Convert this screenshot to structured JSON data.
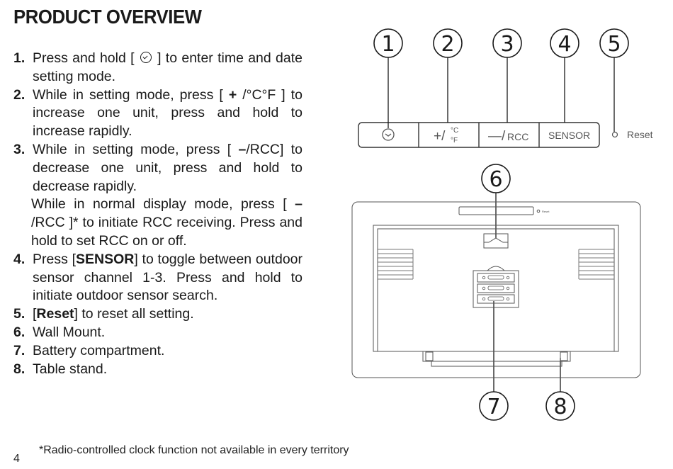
{
  "page": {
    "title": "PRODUCT OVERVIEW",
    "page_number": "4",
    "footnote": "*Radio-controlled clock function not available in every territory"
  },
  "steps": [
    {
      "number": "1.",
      "parts": [
        "Press and hold [ ",
        " ] to enter time and date setting mode."
      ]
    },
    {
      "number": "2.",
      "parts": [
        "While in setting mode, press [ ",
        "+",
        " /°C°F ] to increase one unit, press and hold to increase rapidly."
      ]
    },
    {
      "number": "3.",
      "parts": [
        "While in setting mode, press [ ",
        "–",
        "/RCC] to decrease one unit, press and hold to decrease rapidly."
      ],
      "extra": [
        "While in normal display mode, press [ ",
        "–",
        " /RCC ]* to initiate RCC receiving. Press and hold to set RCC on or off."
      ]
    },
    {
      "number": "4.",
      "parts": [
        "Press [",
        "SENSOR",
        "] to toggle between outdoor sensor channel 1-3. Press and hold to initiate outdoor sensor search."
      ]
    },
    {
      "number": "5.",
      "parts": [
        "[",
        "Reset",
        "] to reset all setting."
      ]
    },
    {
      "number": "6.",
      "text": "Wall Mount."
    },
    {
      "number": "7.",
      "text": " Battery compartment."
    },
    {
      "number": "8.",
      "text": "Table stand."
    }
  ],
  "diagram": {
    "callouts": [
      "1",
      "2",
      "3",
      "4",
      "5",
      "6",
      "7",
      "8"
    ],
    "buttons": {
      "clock_icon": "clock-icon",
      "plus_label": "+/",
      "deg_c": "°C",
      "deg_f": "°F",
      "minus_label": "—/",
      "rcc_label": "RCC",
      "sensor_label": "SENSOR",
      "reset_label": "Reset"
    },
    "back_reset_label": "Reset"
  }
}
